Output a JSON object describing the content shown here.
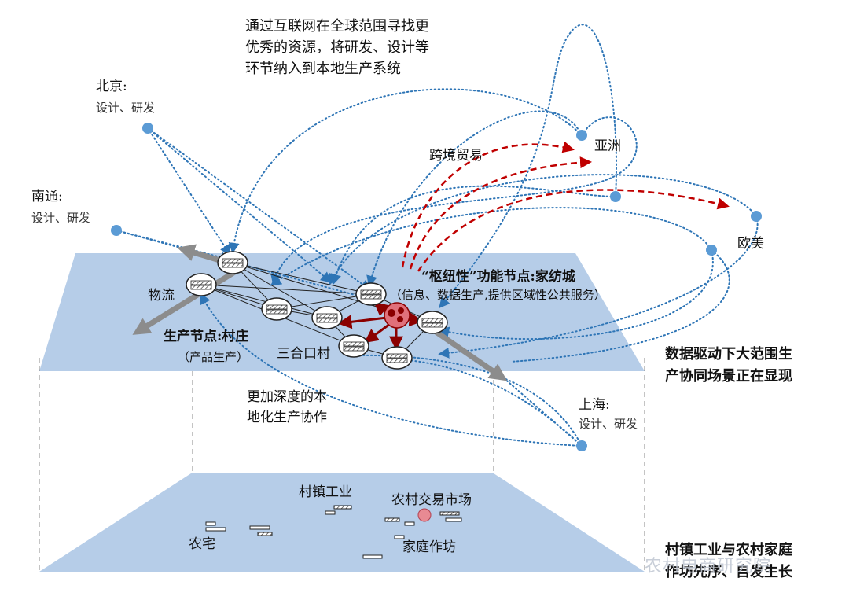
{
  "top_note": "通过互联网在全球范围寻找更\n优秀的资源，将研发、设计等\n环节纳入到本地生产系统",
  "cities": {
    "beijing": {
      "name": "北京:",
      "role": "设计、研发"
    },
    "nantong": {
      "name": "南通:",
      "role": "设计、研发"
    },
    "shanghai": {
      "name": "上海:",
      "role": "设计、研发"
    },
    "asia": "亚洲",
    "europe_america": "欧美"
  },
  "trade_label": "跨境贸易",
  "hub": {
    "title": "“枢纽性”功能节点:家纺城",
    "subtitle": "（信息、数据生产,提供区域性公共服务）"
  },
  "logistics_label": "物流",
  "production_node": {
    "title": "生产节点:村庄",
    "subtitle": "（产品生产）"
  },
  "village_label": "三合口村",
  "local_note": "更加深度的本\n地化生产协作",
  "upper_caption": "数据驱动下大范围生\n产协同场景正在显现",
  "lower_layer": {
    "industry": "村镇工业",
    "market": "农村交易市场",
    "homes": "农宅",
    "workshop": "家庭作坊"
  },
  "lower_caption": "村镇工业与农村家庭\n作坊先序、自发生长",
  "watermark": "农村电商研究院",
  "colors": {
    "plane": "#a9c4e4",
    "dot": "#5b9bd5",
    "link": "#2e75b6",
    "trade": "#c00000",
    "hub": "#e0707a",
    "arrow_grey": "#8c8c8c"
  }
}
